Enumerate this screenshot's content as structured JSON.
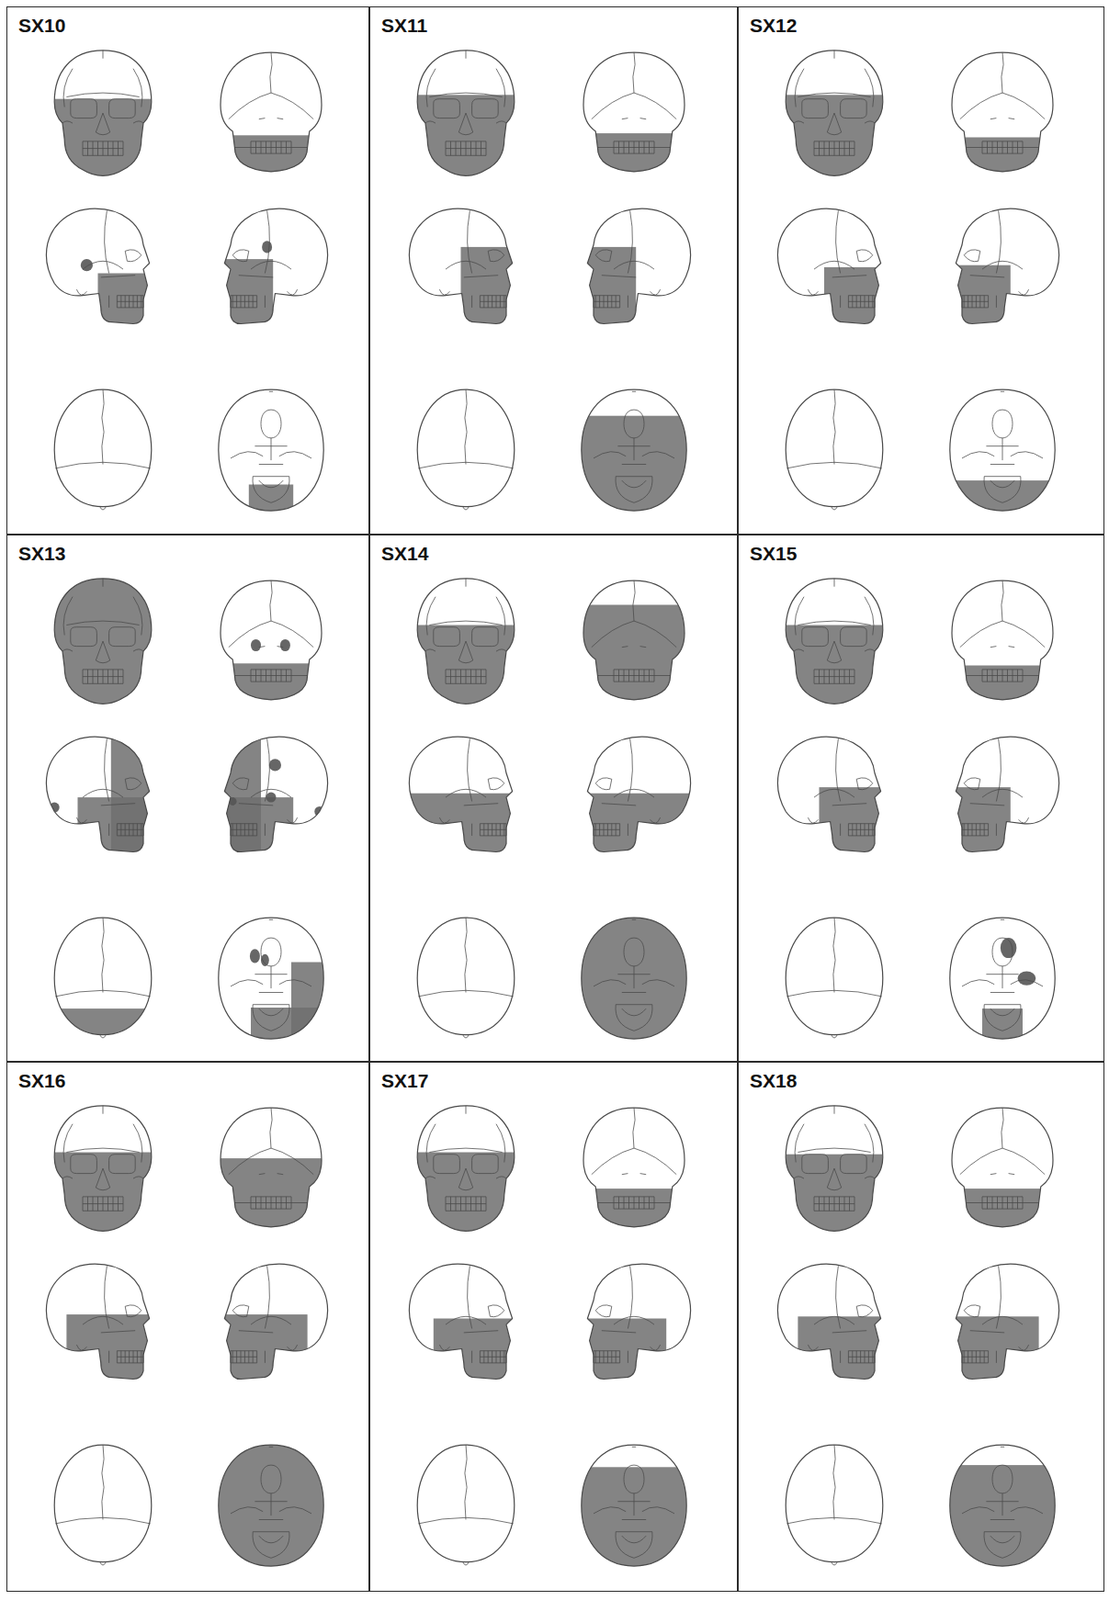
{
  "diagram": {
    "nodes": [
      {
        "text": [
          "SX10"
        ]
      },
      {
        "text": [
          "SX11"
        ]
      },
      {
        "text": [
          "SX12"
        ]
      },
      {
        "text": [
          "SX13"
        ]
      },
      {
        "text": [
          "SX14"
        ]
      },
      {
        "text": [
          "SX15"
        ]
      },
      {
        "text": [
          "SX16"
        ]
      },
      {
        "text": [
          "SX17"
        ]
      },
      {
        "text": [
          "SX18"
        ]
      }
    ]
  }
}
